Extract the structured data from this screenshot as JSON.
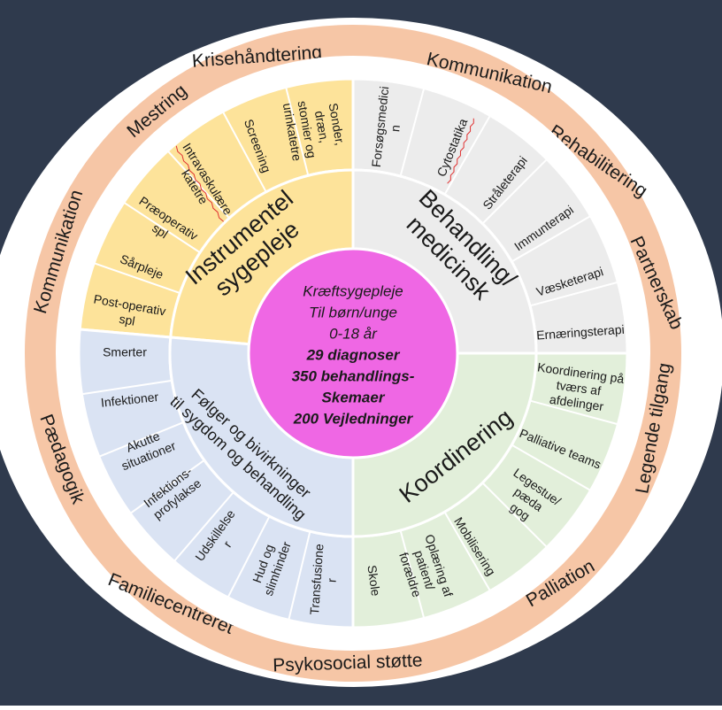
{
  "colors": {
    "background": "#2f3a4d",
    "outer_disc": "#ffffff",
    "ring": "#f6c6a6",
    "instrumentel": "#fde39a",
    "behandling": "#ececec",
    "koordinering": "#e2efda",
    "folger": "#dae3f3",
    "center": "#ef67e4",
    "separator": "#ffffff",
    "text": "#1a1a1a",
    "spell_underline": "#e03030"
  },
  "outer_ring": {
    "labels": [
      {
        "text": "Krisehåndtering",
        "angle": -18,
        "rot": -4
      },
      {
        "text": "Kommunikation",
        "angle": 26,
        "rot": 13
      },
      {
        "text": "Rehabilitering",
        "angle": 52,
        "rot": 34
      },
      {
        "text": "Partnerskab",
        "angle": 77,
        "rot": 65
      },
      {
        "text": "Legende tilgang",
        "angle": 104,
        "rot": -80
      },
      {
        "text": "Palliation",
        "angle": 138,
        "rot": -30
      },
      {
        "text": "Psykosocial støtte",
        "angle": 181,
        "rot": -2
      },
      {
        "text": "Familiecentreret",
        "angle": 216,
        "rot": 22
      },
      {
        "text": "Pædagogik",
        "angle": 250,
        "rot": 69
      },
      {
        "text": "Kommunikation",
        "angle": 289,
        "rot": -73
      },
      {
        "text": "Mestring",
        "angle": 321,
        "rot": -40
      }
    ]
  },
  "quadrants": [
    {
      "id": "instrumentel",
      "color_key": "instrumentel",
      "title_lines": [
        "Instrumentel",
        "sygepleje"
      ],
      "title_angle": 315,
      "title_rot": -40,
      "start": 275,
      "end": 360,
      "items": [
        {
          "lines": [
            "Post-operativ",
            "spl"
          ],
          "angle": 280,
          "rot": 10
        },
        {
          "lines": [
            "Sårpleje"
          ],
          "angle": 292,
          "rot": 22
        },
        {
          "lines": [
            "Præoperativ",
            "spl"
          ],
          "angle": 304,
          "rot": 34
        },
        {
          "lines": [
            "Intravaskulære",
            "katetre"
          ],
          "angle": 318,
          "rot": 58,
          "underline": true
        },
        {
          "lines": [
            "Screening"
          ],
          "angle": 335,
          "rot": 70
        },
        {
          "lines": [
            "Sonder,",
            "dræn,",
            "stomier og",
            "urinkatetre"
          ],
          "angle": 350,
          "rot": 80
        }
      ]
    },
    {
      "id": "behandling",
      "color_key": "behandling",
      "title_lines": [
        "Behandling/",
        "medicinsk"
      ],
      "title_angle": 45,
      "title_rot": 45,
      "start": 0,
      "end": 90,
      "items": [
        {
          "lines": [
            "Forsøgsmedici",
            "n"
          ],
          "angle": 9,
          "rot": -84
        },
        {
          "lines": [
            "Cytostatika"
          ],
          "angle": 26,
          "rot": -68,
          "underline": true
        },
        {
          "lines": [
            "Stråleterapi"
          ],
          "angle": 42,
          "rot": -52
        },
        {
          "lines": [
            "Immunterapi"
          ],
          "angle": 57,
          "rot": -35
        },
        {
          "lines": [
            "Væsketerapi"
          ],
          "angle": 72,
          "rot": -18
        },
        {
          "lines": [
            "Ernæringsterapi"
          ],
          "angle": 85,
          "rot": -4
        }
      ]
    },
    {
      "id": "koordinering",
      "color_key": "koordinering",
      "title_lines": [
        "Koordinering"
      ],
      "title_angle": 135,
      "title_rot": -38,
      "start": 90,
      "end": 180,
      "items": [
        {
          "lines": [
            "Koordinering på",
            "tværs af",
            "afdelinger"
          ],
          "angle": 99,
          "rot": 8
        },
        {
          "lines": [
            "Palliative teams"
          ],
          "angle": 115,
          "rot": 22
        },
        {
          "lines": [
            "Legestue/",
            "pæda",
            "gog"
          ],
          "angle": 130,
          "rot": 35
        },
        {
          "lines": [
            "Mobilisering"
          ],
          "angle": 148,
          "rot": 58
        },
        {
          "lines": [
            "Oplæring af",
            "patient/",
            "forældre"
          ],
          "angle": 162,
          "rot": 72
        },
        {
          "lines": [
            "Skole"
          ],
          "angle": 175,
          "rot": 82
        }
      ]
    },
    {
      "id": "folger",
      "color_key": "folger",
      "title_lines": [
        "Følger og bivirkninger",
        "til sygdom og behandling"
      ],
      "title_angle": 228,
      "title_rot": 42,
      "start": 180,
      "end": 275,
      "items": [
        {
          "lines": [
            "Transfusione",
            "r"
          ],
          "angle": 187,
          "rot": -86
        },
        {
          "lines": [
            "Hud og",
            "slimhinder"
          ],
          "angle": 201,
          "rot": -70
        },
        {
          "lines": [
            "Udskillelse",
            "r"
          ],
          "angle": 215,
          "rot": -55
        },
        {
          "lines": [
            "Infektions-",
            "profylakse"
          ],
          "angle": 232,
          "rot": -38
        },
        {
          "lines": [
            "Akutte",
            "situationer"
          ],
          "angle": 245,
          "rot": -22
        },
        {
          "lines": [
            "Infektioner"
          ],
          "angle": 258,
          "rot": -6
        },
        {
          "lines": [
            "Smerter"
          ],
          "angle": 270,
          "rot": 0
        }
      ]
    }
  ],
  "center": {
    "lines": [
      {
        "text": "Kræftsygepleje",
        "style": "italic"
      },
      {
        "text": "Til børn/unge",
        "style": "italic"
      },
      {
        "text": "0-18 år",
        "style": "italic"
      },
      {
        "text": "29 diagnoser",
        "style": "bolditalic"
      },
      {
        "text": "350 behandlings-",
        "style": "bolditalic"
      },
      {
        "text": "Skemaer",
        "style": "bolditalic"
      },
      {
        "text": "200 Vejledninger",
        "style": "bolditalic"
      }
    ]
  }
}
